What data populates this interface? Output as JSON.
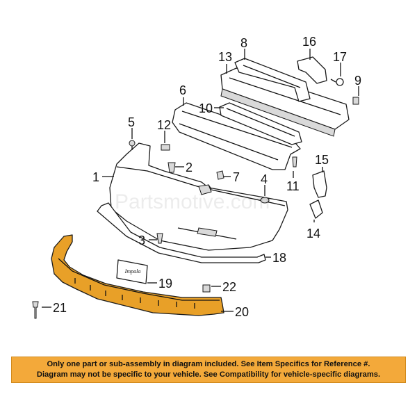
{
  "diagram": {
    "watermark": "Partsmotive.com",
    "plate_text": "Impala",
    "highlight_color": "#e8a028",
    "callouts": [
      {
        "id": "1",
        "label": "1"
      },
      {
        "id": "2",
        "label": "2"
      },
      {
        "id": "3",
        "label": "3"
      },
      {
        "id": "4",
        "label": "4"
      },
      {
        "id": "5",
        "label": "5"
      },
      {
        "id": "6",
        "label": "6"
      },
      {
        "id": "7",
        "label": "7"
      },
      {
        "id": "8",
        "label": "8"
      },
      {
        "id": "9",
        "label": "9"
      },
      {
        "id": "10",
        "label": "10"
      },
      {
        "id": "11",
        "label": "11"
      },
      {
        "id": "12",
        "label": "12"
      },
      {
        "id": "13",
        "label": "13"
      },
      {
        "id": "14",
        "label": "14"
      },
      {
        "id": "15",
        "label": "15"
      },
      {
        "id": "16",
        "label": "16"
      },
      {
        "id": "17",
        "label": "17"
      },
      {
        "id": "18",
        "label": "18"
      },
      {
        "id": "19",
        "label": "19"
      },
      {
        "id": "20",
        "label": "20"
      },
      {
        "id": "21",
        "label": "21"
      },
      {
        "id": "22",
        "label": "22"
      }
    ]
  },
  "disclaimer": {
    "line1": "Only one part or sub-assembly in diagram included. See Item Specifics for Reference #.",
    "line2": "Diagram may not be specific to your vehicle. See Compatibility for vehicle-specific diagrams.",
    "background": "#f3a93a"
  }
}
